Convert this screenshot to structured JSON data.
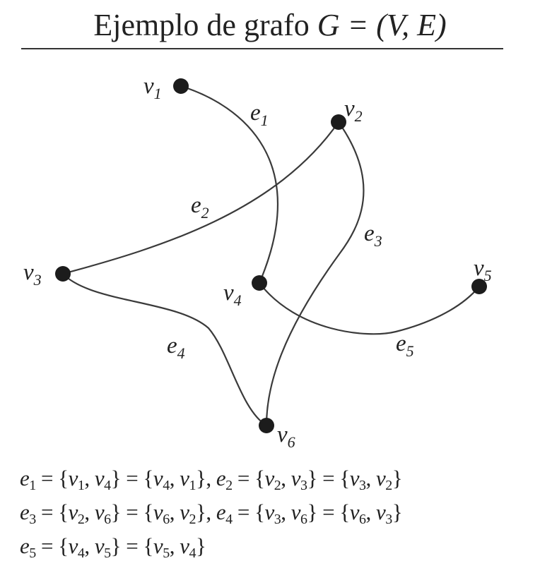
{
  "title": {
    "prefix": "Ejemplo de grafo ",
    "notation": "G = (V, E)"
  },
  "vertices": [
    {
      "id": "v1",
      "letter": "v",
      "index": "1"
    },
    {
      "id": "v2",
      "letter": "v",
      "index": "2"
    },
    {
      "id": "v3",
      "letter": "v",
      "index": "3"
    },
    {
      "id": "v4",
      "letter": "v",
      "index": "4"
    },
    {
      "id": "v5",
      "letter": "v",
      "index": "5"
    },
    {
      "id": "v6",
      "letter": "v",
      "index": "6"
    }
  ],
  "edges": [
    {
      "id": "e1",
      "letter": "e",
      "index": "1",
      "from": "v1",
      "to": "v4"
    },
    {
      "id": "e2",
      "letter": "e",
      "index": "2",
      "from": "v2",
      "to": "v3"
    },
    {
      "id": "e3",
      "letter": "e",
      "index": "3",
      "from": "v2",
      "to": "v6"
    },
    {
      "id": "e4",
      "letter": "e",
      "index": "4",
      "from": "v3",
      "to": "v6"
    },
    {
      "id": "e5",
      "letter": "e",
      "index": "5",
      "from": "v4",
      "to": "v5"
    }
  ],
  "definitions": [
    "e1 = {v1, v4} = {v4, v1}, e2 = {v2, v3} = {v3, v2}",
    "e3 = {v2, v6} = {v6, v2}, e4 = {v3, v6} = {v6, v3}",
    "e5 = {v4, v5} = {v5, v4}"
  ],
  "colors": {
    "node": "#1c1c1c",
    "edge": "#3a3a3a",
    "text": "#222222",
    "background": "#ffffff"
  }
}
